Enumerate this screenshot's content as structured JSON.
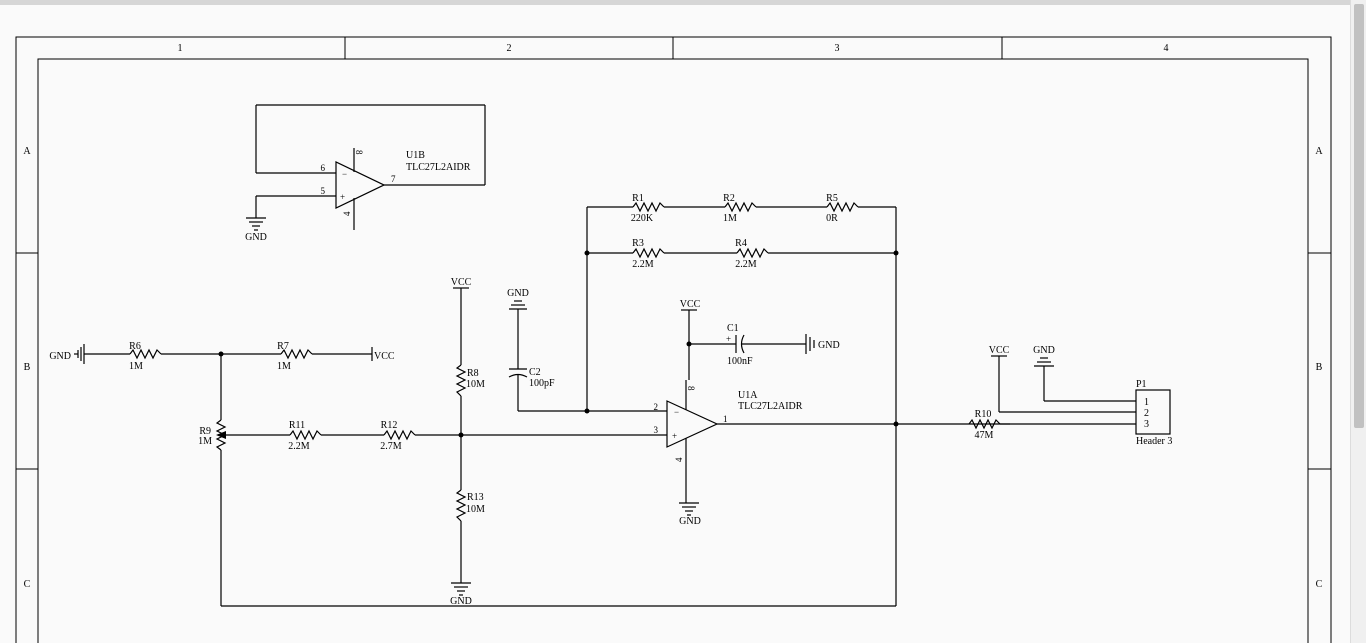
{
  "sheet": {
    "columns": [
      "1",
      "2",
      "3",
      "4"
    ],
    "rows": [
      "A",
      "B",
      "C"
    ]
  },
  "components": {
    "u1b": {
      "ref": "U1B",
      "part": "TLC27L2AIDR",
      "pins": [
        "6",
        "5",
        "7",
        "8",
        "4"
      ]
    },
    "u1a": {
      "ref": "U1A",
      "part": "TLC27L2AIDR",
      "pins": [
        "2",
        "3",
        "1",
        "8",
        "4"
      ]
    },
    "r1": {
      "ref": "R1",
      "value": "220K"
    },
    "r2": {
      "ref": "R2",
      "value": "1M"
    },
    "r5": {
      "ref": "R5",
      "value": "0R"
    },
    "r3": {
      "ref": "R3",
      "value": "2.2M"
    },
    "r4": {
      "ref": "R4",
      "value": "2.2M"
    },
    "r6": {
      "ref": "R6",
      "value": "1M"
    },
    "r7": {
      "ref": "R7",
      "value": "1M"
    },
    "r8": {
      "ref": "R8",
      "value": "10M"
    },
    "r9": {
      "ref": "R9",
      "value": "1M"
    },
    "r10": {
      "ref": "R10",
      "value": "47M"
    },
    "r11": {
      "ref": "R11",
      "value": "2.2M"
    },
    "r12": {
      "ref": "R12",
      "value": "2.7M"
    },
    "r13": {
      "ref": "R13",
      "value": "10M"
    },
    "c1": {
      "ref": "C1",
      "value": "100nF"
    },
    "c2": {
      "ref": "C2",
      "value": "100pF"
    },
    "p1": {
      "ref": "P1",
      "value": "Header 3",
      "pins": [
        "1",
        "2",
        "3"
      ]
    }
  },
  "nets": {
    "gnd": "GND",
    "vcc": "VCC"
  },
  "symbols": {
    "plus": "+",
    "minus": "−"
  }
}
